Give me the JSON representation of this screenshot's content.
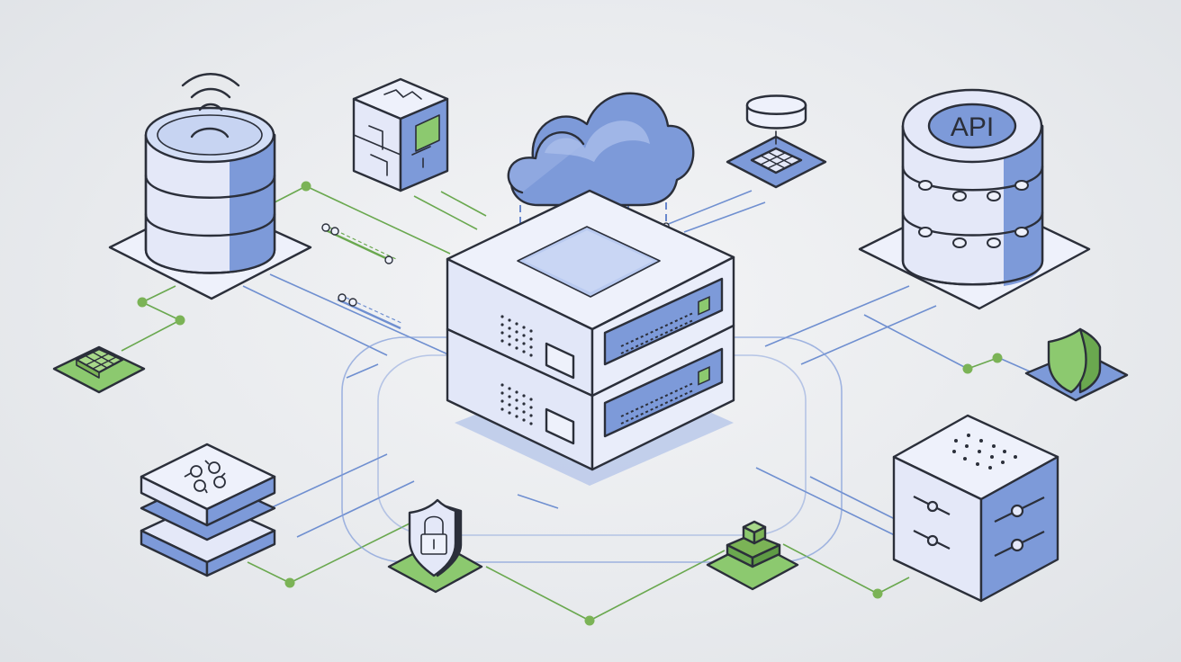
{
  "diagram": {
    "api_label": "API",
    "colors": {
      "background": "#eceef1",
      "face_light": "#e4e8f8",
      "face_top": "#eef1fb",
      "accent_blue": "#7d9ad9",
      "accent_green": "#8cc96f",
      "line_blue": "#6f8fd0",
      "line_green": "#6aa84f",
      "outline": "#2b2f3a"
    },
    "nodes": [
      {
        "name": "central-server-rack",
        "icon": "server-icon"
      },
      {
        "name": "cloud",
        "icon": "cloud-icon"
      },
      {
        "name": "database-wireless",
        "icon": "database-icon"
      },
      {
        "name": "api-database",
        "icon": "api-database-icon"
      },
      {
        "name": "modular-cube",
        "icon": "cube-icon"
      },
      {
        "name": "chip-module",
        "icon": "chip-icon"
      },
      {
        "name": "layered-stack",
        "icon": "stack-icon"
      },
      {
        "name": "security-shield",
        "icon": "shield-lock-icon"
      },
      {
        "name": "green-shield",
        "icon": "shield-icon"
      },
      {
        "name": "storage-cube",
        "icon": "storage-cube-icon"
      },
      {
        "name": "green-chip",
        "icon": "chip-icon"
      },
      {
        "name": "green-block",
        "icon": "block-icon"
      }
    ]
  }
}
